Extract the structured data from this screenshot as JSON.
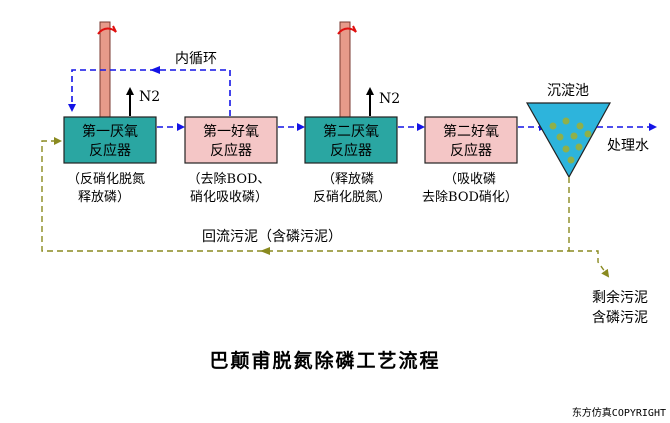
{
  "diagram": {
    "tanks": [
      {
        "label_line1": "第一厌氧",
        "label_line2": "反应器",
        "note_line1": "（反硝化脱氮",
        "note_line2": "释放磷）"
      },
      {
        "label_line1": "第一好氧",
        "label_line2": "反应器",
        "note_line1": "（去除BOD、",
        "note_line2": "硝化吸收磷）"
      },
      {
        "label_line1": "第二厌氧",
        "label_line2": "反应器",
        "note_line1": "（释放磷",
        "note_line2": "反硝化脱氮）"
      },
      {
        "label_line1": "第二好氧",
        "label_line2": "反应器",
        "note_line1": "（吸收磷",
        "note_line2": "去除BOD硝化）"
      }
    ],
    "gas_label_1": "N2",
    "gas_label_2": "N2",
    "internal_recycle": "内循环",
    "clarifier": "沉淀池",
    "effluent": "处理水",
    "return_sludge": "回流污泥（含磷污泥）",
    "excess_sludge_line1": "剩余污泥",
    "excess_sludge_line2": "含磷污泥",
    "title": "巴颠甫脱氮除磷工艺流程",
    "copyright": "东方仿真COPYRIGHT",
    "colors": {
      "anoxic_fill": "#2aa6a2",
      "aerobic_fill": "#f4c6c6",
      "clarifier_fill": "#2db4dc",
      "flow_line": "#1414e6",
      "sludge_line": "#8a8a20",
      "pipe_fill": "#e79a8a",
      "swirl": "#e01010"
    }
  }
}
